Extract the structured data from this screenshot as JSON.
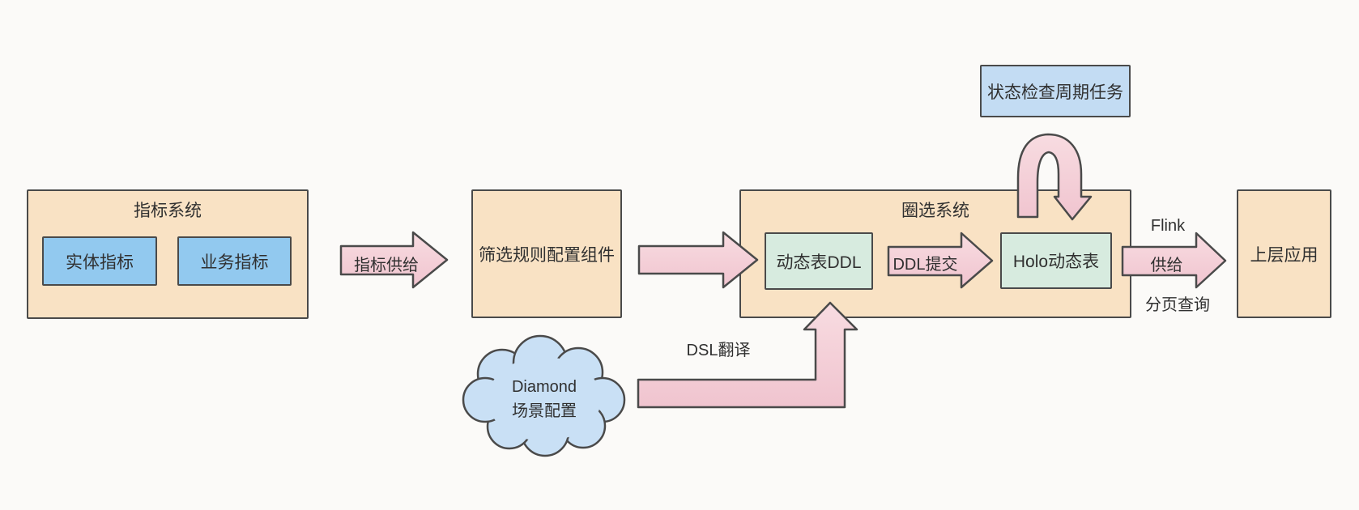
{
  "colors": {
    "container_fill": "#f9e2c4",
    "indicator_blue_fill": "#92c9ef",
    "status_blue_fill": "#c3dcf3",
    "mint_green_fill": "#d7ebdf",
    "arrow_pink_fill": "#f3ccd5",
    "cloud_blue_fill": "#c9e0f5",
    "outline": "#4a4a4a",
    "text": "#303030"
  },
  "nodes": {
    "indicator_system": {
      "title": "指标系统"
    },
    "entity_indicator": {
      "label": "实体指标"
    },
    "business_indicator": {
      "label": "业务指标"
    },
    "filter_rule_component": {
      "label": "筛选规则配置组件"
    },
    "selection_system": {
      "title": "圈选系统"
    },
    "dynamic_table_ddl": {
      "label": "动态表DDL"
    },
    "holo_dynamic_table": {
      "label": "Holo动态表"
    },
    "status_check_task": {
      "label": "状态检查周期任务"
    },
    "upper_layer_app": {
      "label": "上层应用"
    },
    "diamond_config_cloud": {
      "line1": "Diamond",
      "line2": "场景配置"
    }
  },
  "edges": {
    "indicator_supply": {
      "label": "指标供给"
    },
    "ddl_submit": {
      "label": "DDL提交"
    },
    "flink_supply": {
      "label_top": "Flink",
      "label_mid": "供给",
      "label_bottom": "分页查询"
    },
    "dsl_translation": {
      "label": "DSL翻译"
    }
  }
}
